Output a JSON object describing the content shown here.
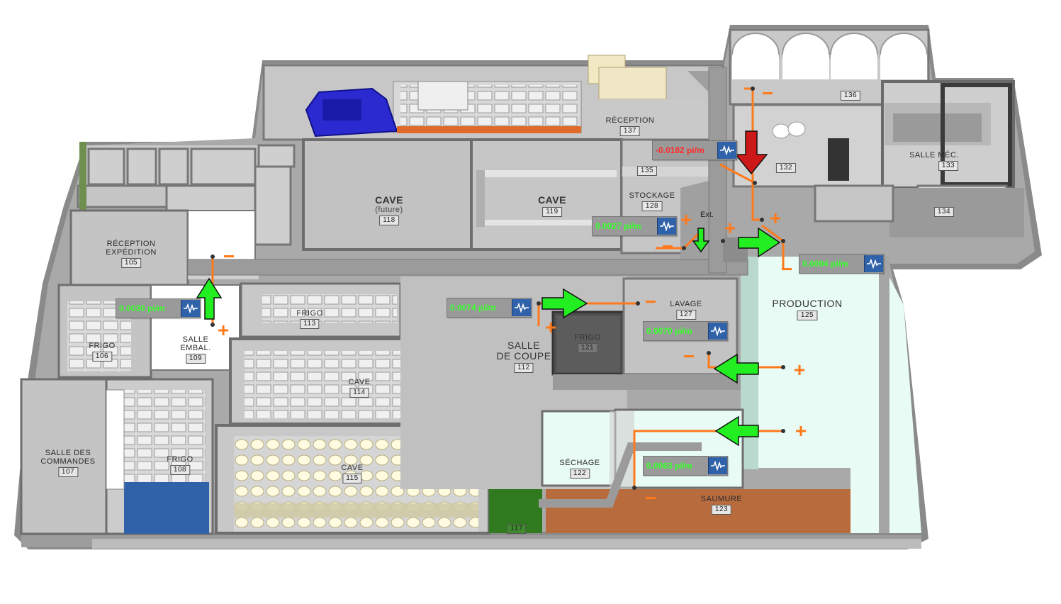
{
  "rooms": [
    {
      "id": "r118",
      "name": "CAVE",
      "sub": "(future)",
      "num": "118"
    },
    {
      "id": "r119",
      "name": "CAVE",
      "num": "119"
    },
    {
      "id": "r137",
      "name": "RÉCEPTION",
      "num": "137"
    },
    {
      "id": "r135",
      "name": "",
      "num": "135"
    },
    {
      "id": "r128",
      "name": "STOCKAGE",
      "num": "128"
    },
    {
      "id": "r136",
      "name": "",
      "num": "136"
    },
    {
      "id": "r132",
      "name": "",
      "num": "132"
    },
    {
      "id": "r133",
      "name": "SALLE MÉC.",
      "num": "133"
    },
    {
      "id": "r134",
      "name": "",
      "num": "134"
    },
    {
      "id": "r105",
      "name": "RÉCEPTION\nEXPÉDITION",
      "num": "105"
    },
    {
      "id": "r106",
      "name": "FRIGO",
      "num": "106"
    },
    {
      "id": "r109",
      "name": "SALLE\nEMBAL.",
      "num": "109"
    },
    {
      "id": "r113",
      "name": "FRIGO",
      "num": "113"
    },
    {
      "id": "r114",
      "name": "CAVE",
      "num": "114"
    },
    {
      "id": "r115",
      "name": "CAVE",
      "num": "115"
    },
    {
      "id": "r112",
      "name": "SALLE\nDE COUPE",
      "num": "112"
    },
    {
      "id": "r121",
      "name": "FRIGO",
      "num": "121"
    },
    {
      "id": "r127",
      "name": "LAVAGE",
      "num": "127"
    },
    {
      "id": "r125",
      "name": "PRODUCTION",
      "num": "125"
    },
    {
      "id": "r107",
      "name": "SALLE DES\nCOMMANDES",
      "num": "107"
    },
    {
      "id": "r108",
      "name": "FRIGO",
      "num": "108"
    },
    {
      "id": "r122",
      "name": "SÉCHAGE",
      "num": "122"
    },
    {
      "id": "r123",
      "name": "SAUMURE",
      "num": "123"
    },
    {
      "id": "r117",
      "name": "",
      "num": "117"
    }
  ],
  "pressure_readings": [
    {
      "id": "p1",
      "value": "-0.0182 pi/m",
      "status": "negative",
      "icon": "waveform-icon"
    },
    {
      "id": "p2",
      "value": "0.0027 pi/m",
      "status": "positive",
      "icon": "waveform-icon"
    },
    {
      "id": "p3",
      "value": "0.0094 pi/m",
      "status": "positive",
      "icon": "waveform-icon"
    },
    {
      "id": "p4",
      "value": "0.0030 pi/m",
      "status": "positive",
      "icon": "waveform-icon"
    },
    {
      "id": "p5",
      "value": "0.0074 pi/m",
      "status": "positive",
      "icon": "waveform-icon"
    },
    {
      "id": "p6",
      "value": "0.0070 pi/m",
      "status": "positive",
      "icon": "waveform-icon"
    },
    {
      "id": "p7",
      "value": "0.0063 pi/m",
      "status": "positive",
      "icon": "waveform-icon"
    }
  ],
  "ext_label": "Ext.",
  "colors": {
    "positive_text": "#3aff2e",
    "negative_text": "#ff2a2a",
    "sign_color": "#ff7a1a",
    "airflow_arrow": "#22ee22",
    "exhaust_arrow": "#cc1818",
    "production_floor": "#e8fbf4",
    "saumure_floor": "#b86c3e",
    "icon_bg": "#2f62a8"
  }
}
